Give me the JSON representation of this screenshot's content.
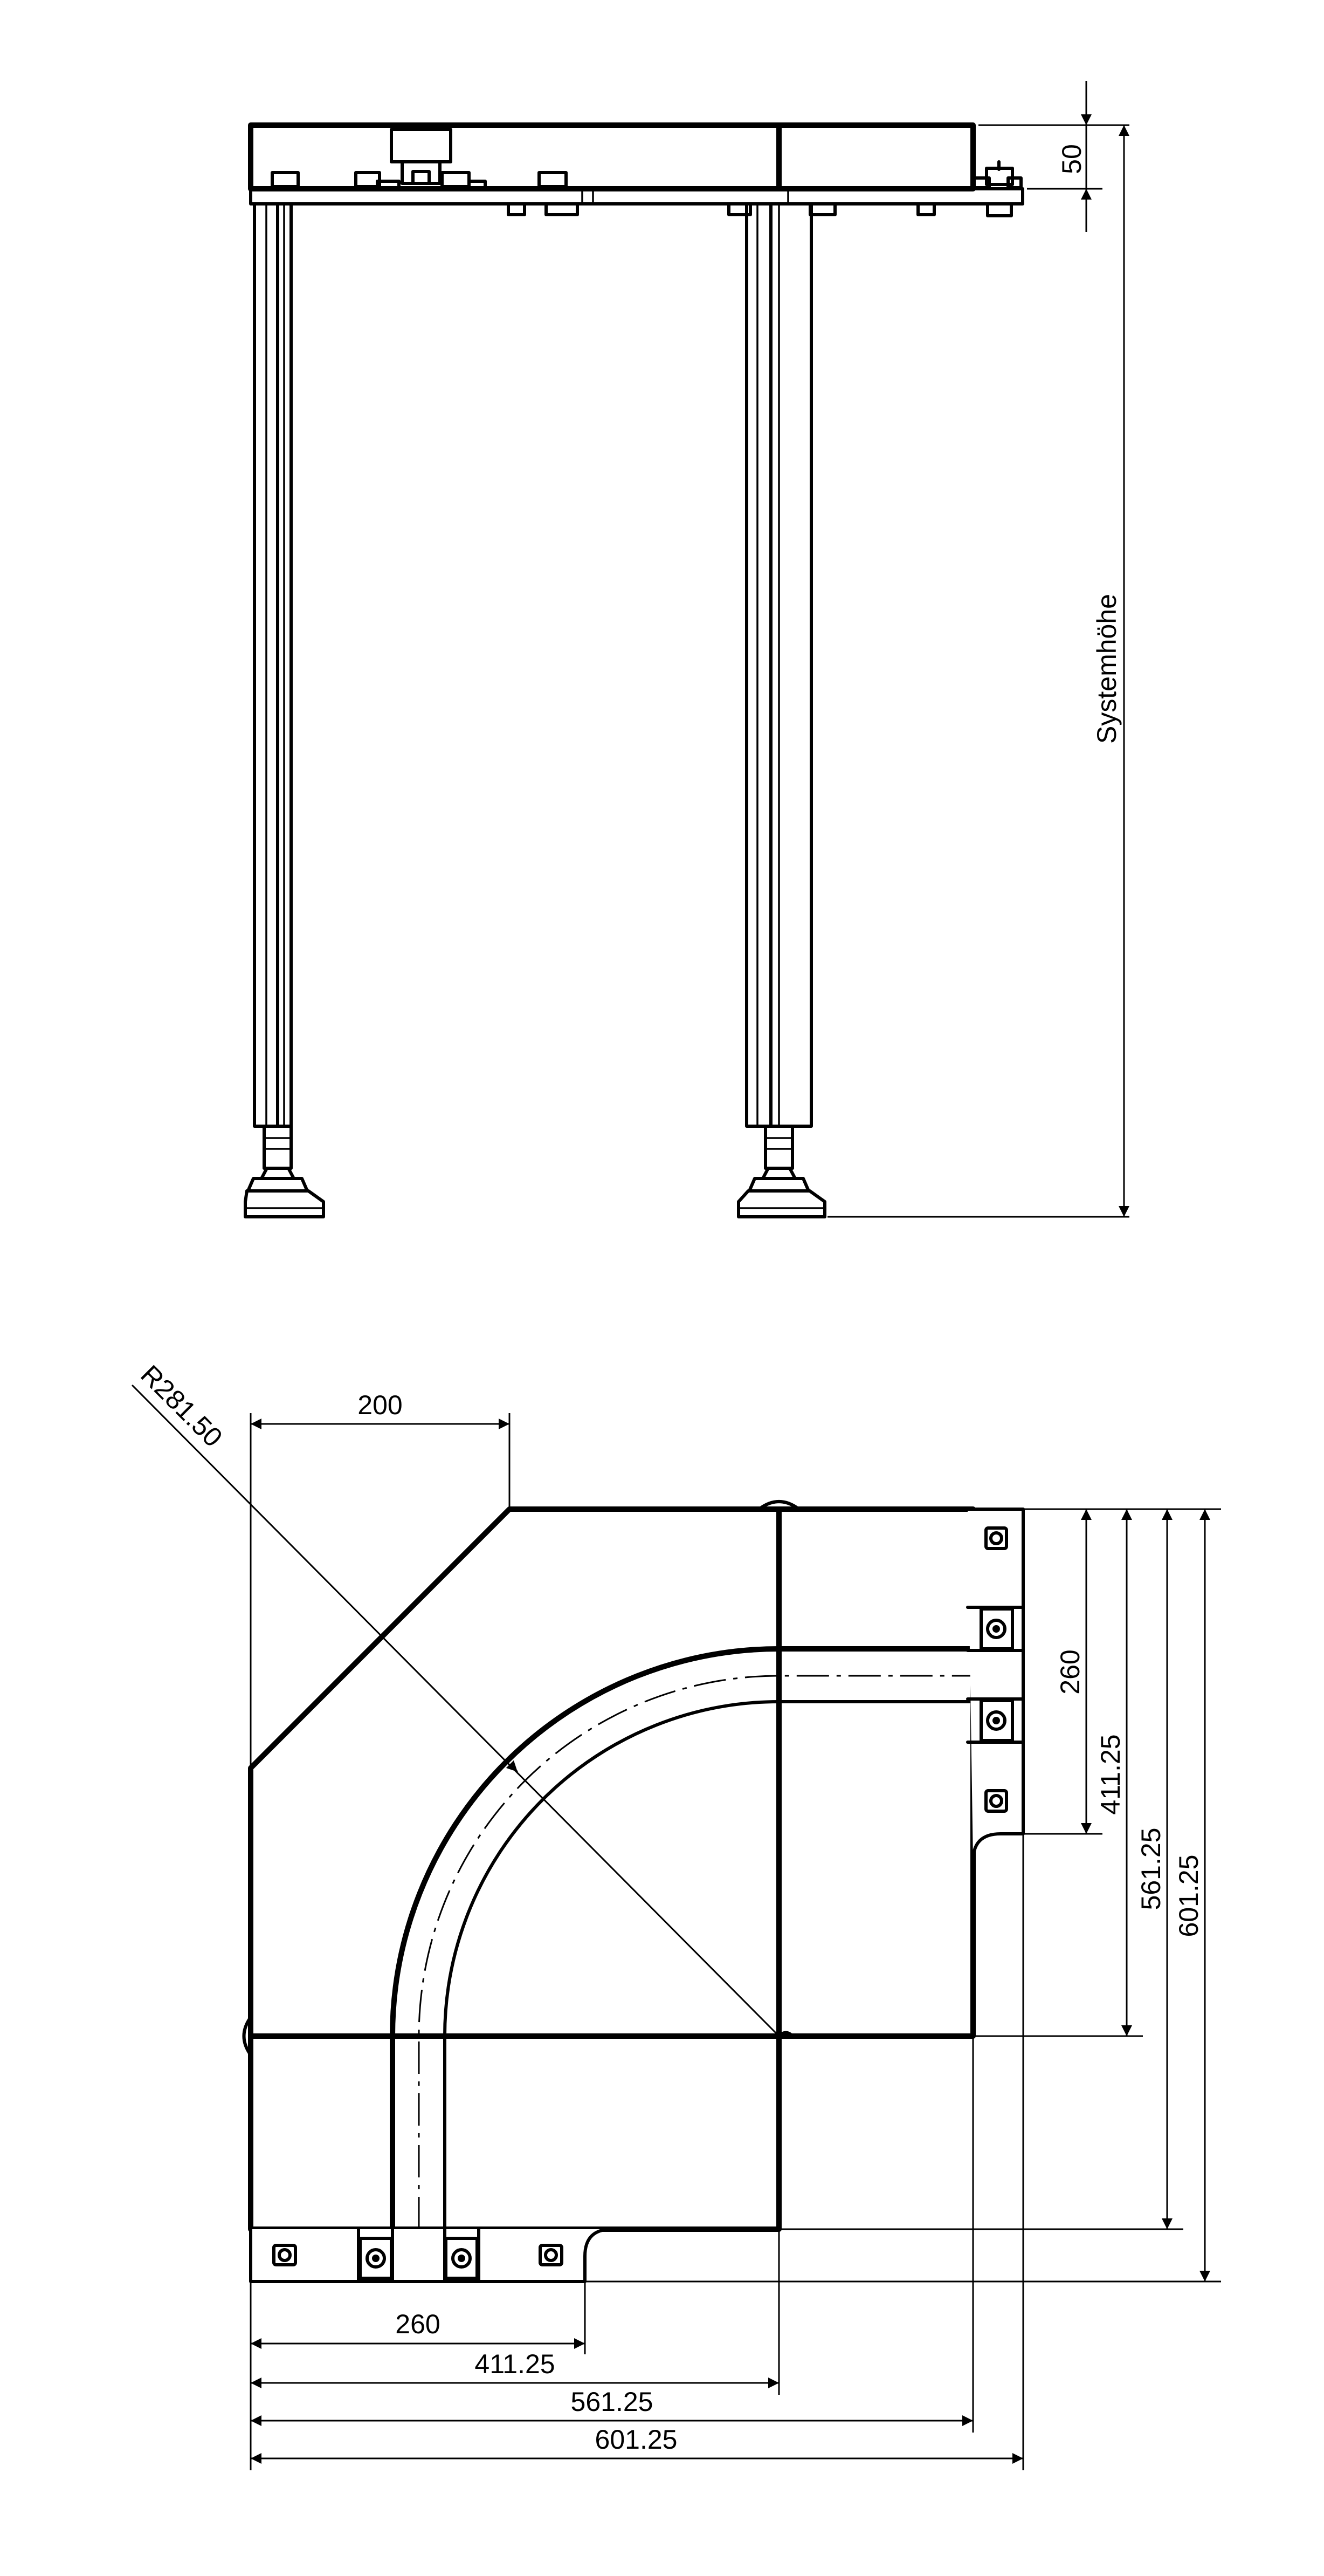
{
  "side_view": {
    "label_top_height": "50",
    "label_system_height": "Systemhöhe"
  },
  "top_view": {
    "label_radius": "R281.50",
    "label_chamfer_width": "200",
    "right_dims": [
      "260",
      "411.25",
      "561.25",
      "601.25"
    ],
    "bottom_dims": [
      "260",
      "411.25",
      "561.25",
      "601.25"
    ]
  }
}
